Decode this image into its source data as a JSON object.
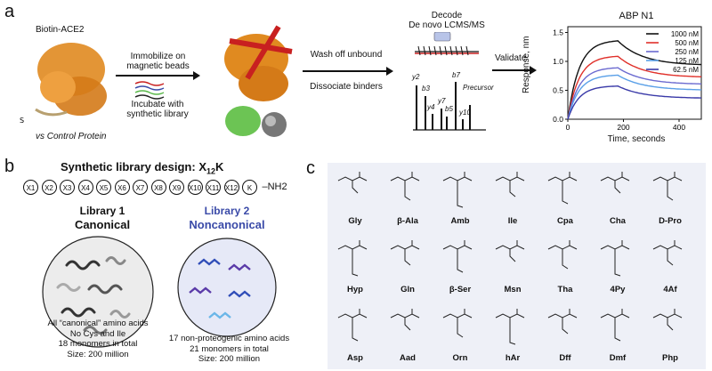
{
  "panel_a": {
    "letter": "a",
    "protein_label": "Biotin-ACE2",
    "control_label": "vs Control Protein",
    "step1": "Immobilize on magnetic beads",
    "step2": "Incubate with synthetic library",
    "step3_top": "Wash off unbound",
    "step3_bottom": "Dissociate binders",
    "decode_title": "Decode",
    "decode_subtitle": "De novo LCMS/MS",
    "validate": "Validate",
    "ms_peaks": [
      "y2",
      "b3",
      "y4",
      "y7",
      "b5",
      "b7",
      "y10",
      "Precursor"
    ]
  },
  "chart_data": {
    "type": "line",
    "title": "ABP N1",
    "xlabel": "Time, seconds",
    "ylabel": "Response, nm",
    "xlim": [
      0,
      480
    ],
    "ylim": [
      0.0,
      1.6
    ],
    "xticks": [
      "0",
      "200",
      "400"
    ],
    "yticks": [
      "0.0",
      "0.5",
      "1.0",
      "1.5"
    ],
    "legend_position": "top-right",
    "series": [
      {
        "name": "1000 nM",
        "color": "#111111",
        "peak": 1.37,
        "end": 0.93
      },
      {
        "name": "500 nM",
        "color": "#e0302a",
        "peak": 1.1,
        "end": 0.72
      },
      {
        "name": "250 nM",
        "color": "#6b6ad0",
        "peak": 0.9,
        "end": 0.6
      },
      {
        "name": "125 nM",
        "color": "#5aa0e8",
        "peak": 0.77,
        "end": 0.5
      },
      {
        "name": "62.5 nM",
        "color": "#3a3aa8",
        "peak": 0.58,
        "end": 0.36
      }
    ],
    "association_end": 180
  },
  "panel_b": {
    "letter": "b",
    "title": "Synthetic library design: X",
    "title_sub": "12",
    "title_end": "K",
    "monomers": [
      "X1",
      "X2",
      "X3",
      "X4",
      "X5",
      "X6",
      "X7",
      "X8",
      "X9",
      "X10",
      "X11",
      "X12",
      "K"
    ],
    "terminal": "NH2",
    "lib1_title": "Library 1",
    "lib1_sub": "Canonical",
    "lib1_desc": [
      "All “canonical” amino acids",
      "No Cys and Ile",
      "18 monomers in total",
      "Size: 200 million"
    ],
    "lib2_title": "Library 2",
    "lib2_sub": "Noncanonical",
    "lib2_desc": [
      "17 non-proteogenic amino acids",
      "21 monomers in total",
      "Size: 200 million"
    ]
  },
  "panel_c": {
    "letter": "c",
    "amino_acids": [
      "Gly",
      "β-Ala",
      "Amb",
      "Ile",
      "Cpa",
      "Cha",
      "D-Pro",
      "Hyp",
      "Gln",
      "β-Ser",
      "Msn",
      "Tha",
      "4Py",
      "4Af",
      "Asp",
      "Aad",
      "Orn",
      "hAr",
      "Dff",
      "Dmf",
      "Php"
    ]
  },
  "colors": {
    "accent_blue": "#3a4aa8",
    "protein_orange": "#e08a20",
    "red": "#c82020",
    "green": "#5ab84a"
  }
}
